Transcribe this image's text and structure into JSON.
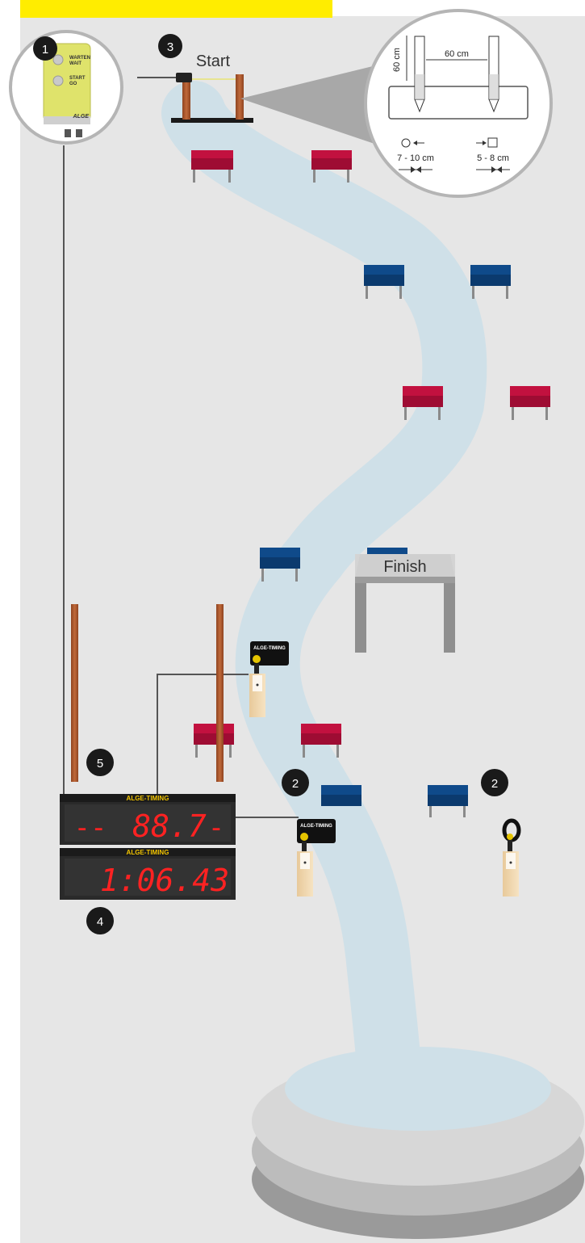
{
  "header": {
    "banner_color": "#ffed00"
  },
  "start": {
    "label": "Start"
  },
  "finish": {
    "label": "Finish"
  },
  "callouts": [
    {
      "number": "1"
    },
    {
      "number": "2"
    },
    {
      "number": "2"
    },
    {
      "number": "3"
    },
    {
      "number": "4"
    },
    {
      "number": "5"
    }
  ],
  "start_box": {
    "line1": "WARTEN",
    "line2": "WAIT",
    "line3": "START",
    "line4": "GO",
    "brand": "ALGE"
  },
  "detail": {
    "height_label": "60 cm",
    "width_label": "60 cm",
    "circle_label": "7 - 10 cm",
    "square_label": "5 - 8 cm"
  },
  "display_top": {
    "brand": "ALGE-TIMING",
    "left": "--",
    "value": "88.7",
    "right": "-"
  },
  "display_bottom": {
    "brand": "ALGE-TIMING",
    "value": "1:06.43"
  },
  "photocell": {
    "brand": "ALGE-TIMING"
  },
  "colors": {
    "background": "#e6e6e6",
    "course": "#cfe0e8",
    "red_gate": "#c2113f",
    "blue_gate": "#0f4a8a",
    "post": "#b05a2c",
    "led": "#ff2222",
    "callout": "#1a1a1a"
  }
}
